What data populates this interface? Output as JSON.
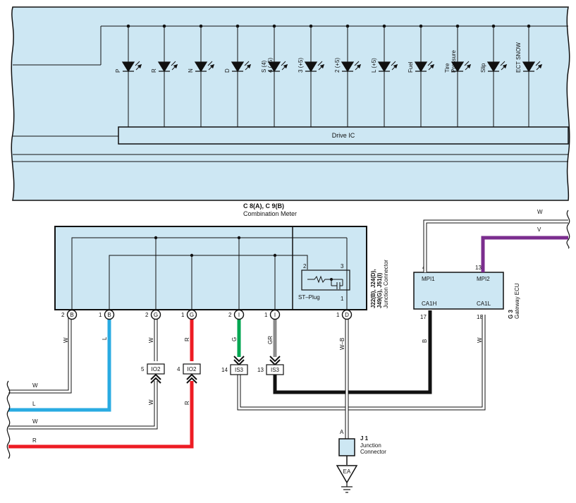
{
  "meter": {
    "leds": [
      {
        "label": "P"
      },
      {
        "label": "R"
      },
      {
        "label": "N"
      },
      {
        "label": "D"
      },
      {
        "label": "S (4)",
        "label2": "4 (+5)"
      },
      {
        "label": "3 (+5)"
      },
      {
        "label": "2 (+5)"
      },
      {
        "label": "L (+5)"
      },
      {
        "label": "Fuel"
      },
      {
        "label": "Tire",
        "label2": "Pressure"
      },
      {
        "label": "Slip"
      },
      {
        "label": "ECT SNOW"
      }
    ],
    "drive_ic": "Drive IC",
    "code": "C 8(A), C 9(B)",
    "name": "Combination Meter"
  },
  "junction_block": {
    "code_lines": [
      "J22(B), J24(D),",
      "J49(G), J51(I)"
    ],
    "name": "Junction Connector",
    "st_plug": "ST–Plug",
    "st_pins": [
      "2",
      "3",
      "1"
    ]
  },
  "pins": [
    {
      "num": "2",
      "letter": "B",
      "wire": "W"
    },
    {
      "num": "1",
      "letter": "B",
      "wire": "L"
    },
    {
      "num": "2",
      "letter": "G",
      "wire": "W"
    },
    {
      "num": "1",
      "letter": "G",
      "wire": "R"
    },
    {
      "num": "2",
      "letter": "I",
      "wire": "G"
    },
    {
      "num": "1",
      "letter": "I",
      "wire": "GR"
    },
    {
      "num": "1",
      "letter": "D",
      "wire": "W–B"
    }
  ],
  "connectors": [
    {
      "pin": "5",
      "code": "IO2",
      "wire_below": "W"
    },
    {
      "pin": "4",
      "code": "IO2",
      "wire_below": "R"
    },
    {
      "pin": "14",
      "code": "IS3"
    },
    {
      "pin": "13",
      "code": "IS3"
    }
  ],
  "gateway": {
    "code": "G 3",
    "name": "Gateway ECU",
    "pins": [
      {
        "num": "4",
        "name": "MPI1",
        "wire": "W"
      },
      {
        "num": "13",
        "name": "MPI2",
        "wire": "V"
      },
      {
        "num": "17",
        "name": "CA1H",
        "wire": "B"
      },
      {
        "num": "18",
        "name": "CA1L",
        "wire": "W"
      }
    ]
  },
  "left_wires": [
    "W",
    "L",
    "W",
    "R"
  ],
  "j1": {
    "pin": "A",
    "code": "J 1",
    "name_lines": [
      "Junction",
      "Connector"
    ],
    "ground": "EA"
  },
  "colors": {
    "panel": "#cde7f3",
    "blue": "#29abe2",
    "red": "#ed1c24",
    "green": "#00a651",
    "gray": "#8c8c8c",
    "black": "#111111",
    "violet": "#7b2d8e"
  }
}
